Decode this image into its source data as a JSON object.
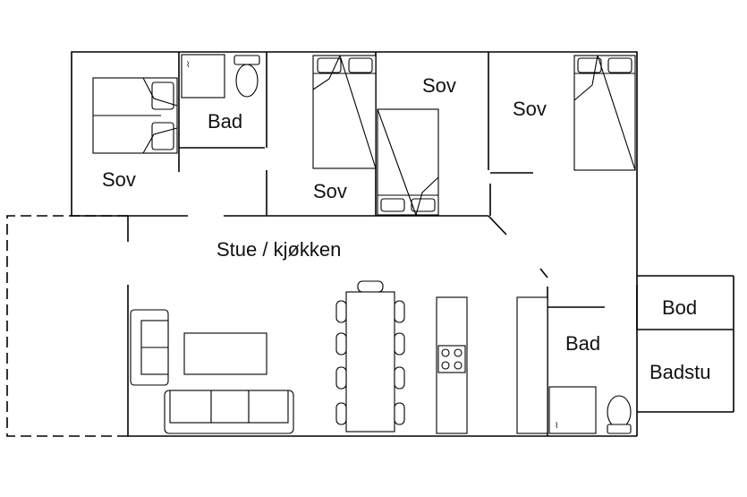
{
  "rooms": {
    "sov_1": "Sov",
    "bad_1": "Bad",
    "sov_2": "Sov",
    "sov_3": "Sov",
    "sov_4": "Sov",
    "stue_kjokken": "Stue / kjøkken",
    "bad_2": "Bad",
    "bod": "Bod",
    "badstu": "Badstu"
  }
}
